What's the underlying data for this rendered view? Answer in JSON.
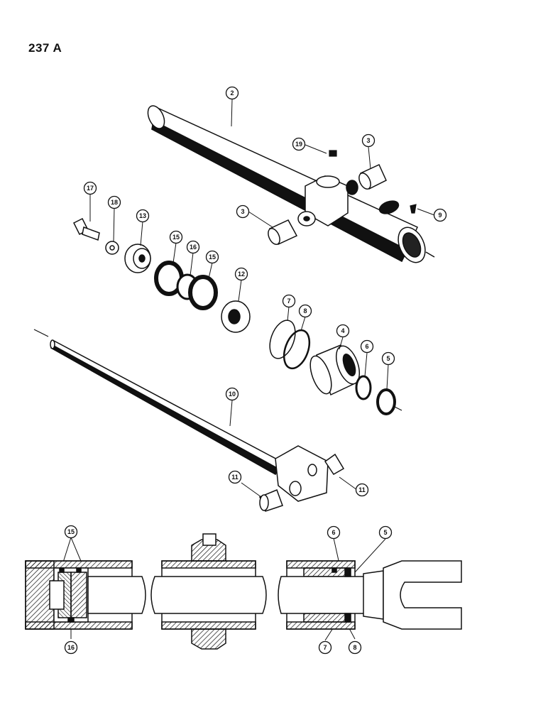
{
  "page_number": "237 A",
  "callouts": [
    {
      "id": "c2",
      "label": "2"
    },
    {
      "id": "c19",
      "label": "19"
    },
    {
      "id": "c3a",
      "label": "3"
    },
    {
      "id": "c3b",
      "label": "3"
    },
    {
      "id": "c9",
      "label": "9"
    },
    {
      "id": "c17",
      "label": "17"
    },
    {
      "id": "c18",
      "label": "18"
    },
    {
      "id": "c13",
      "label": "13"
    },
    {
      "id": "c15a",
      "label": "15"
    },
    {
      "id": "c16a",
      "label": "16"
    },
    {
      "id": "c15b",
      "label": "15"
    },
    {
      "id": "c12",
      "label": "12"
    },
    {
      "id": "c7a",
      "label": "7"
    },
    {
      "id": "c8a",
      "label": "8"
    },
    {
      "id": "c4",
      "label": "4"
    },
    {
      "id": "c6a",
      "label": "6"
    },
    {
      "id": "c5a",
      "label": "5"
    },
    {
      "id": "c10",
      "label": "10"
    },
    {
      "id": "c11a",
      "label": "11"
    },
    {
      "id": "c11b",
      "label": "11"
    },
    {
      "id": "c15c",
      "label": "15"
    },
    {
      "id": "c16b",
      "label": "16"
    },
    {
      "id": "c6b",
      "label": "6"
    },
    {
      "id": "c5b",
      "label": "5"
    },
    {
      "id": "c7b",
      "label": "7"
    },
    {
      "id": "c8b",
      "label": "8"
    }
  ]
}
